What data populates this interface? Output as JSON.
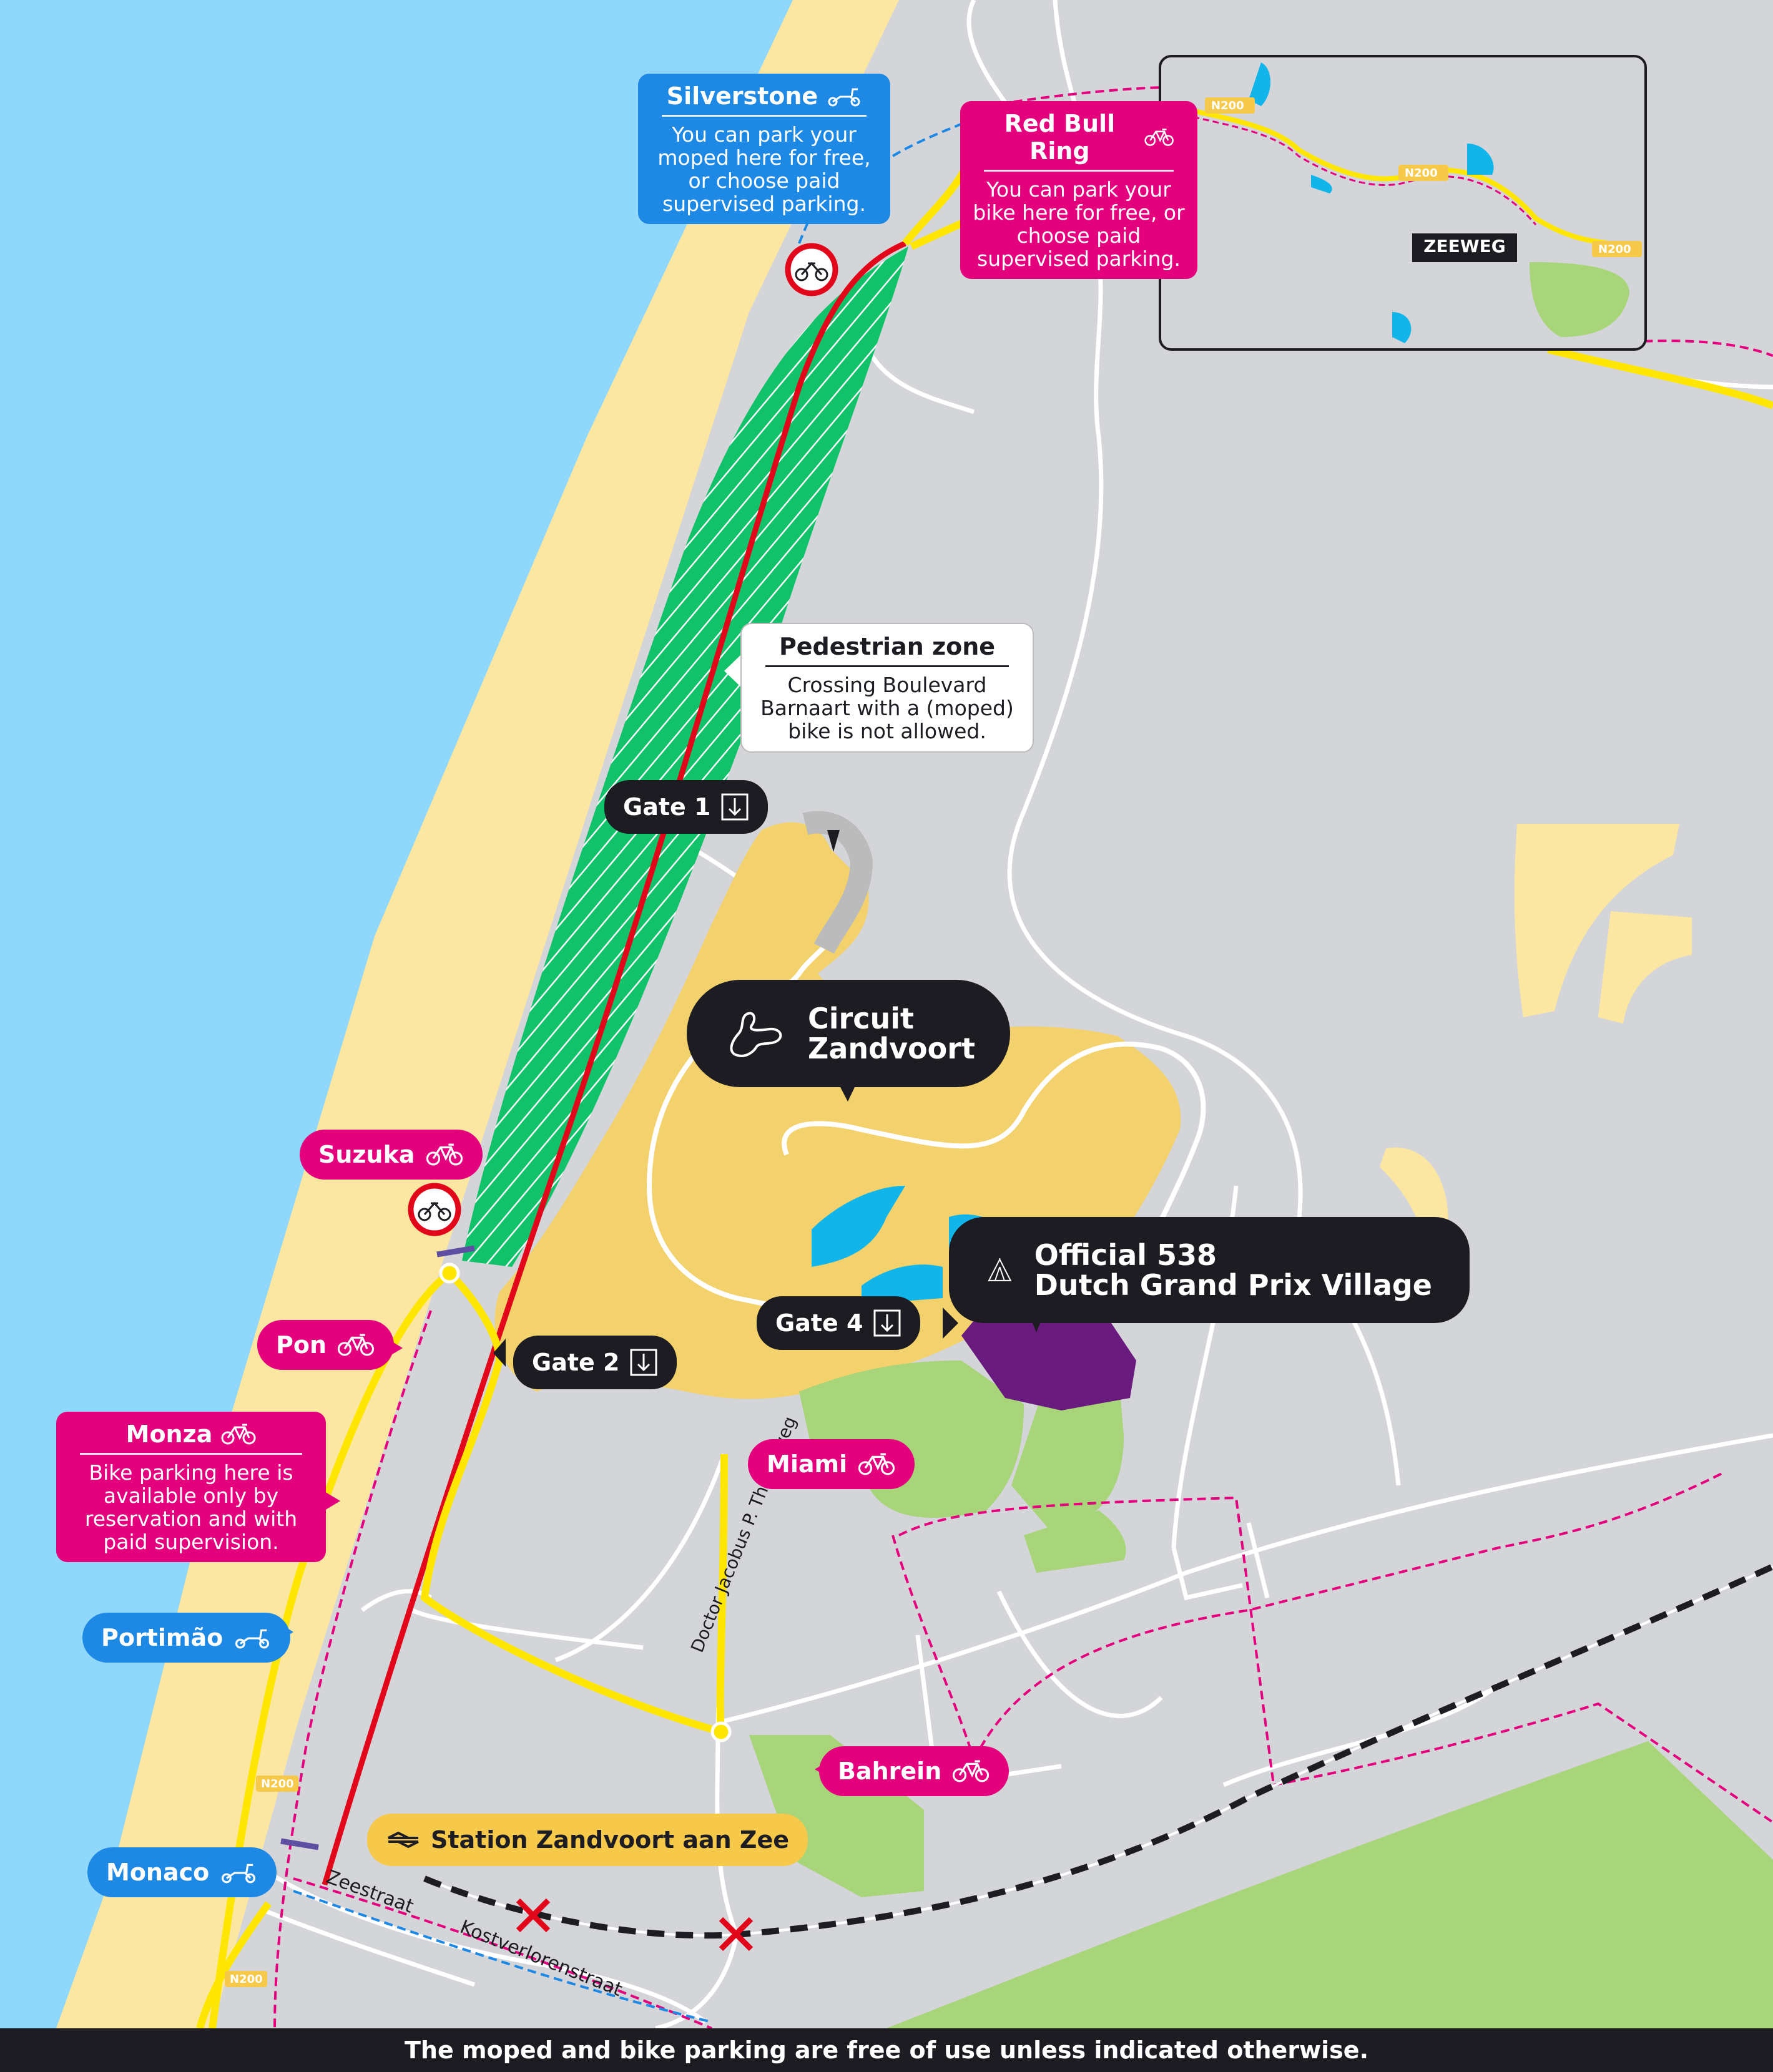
{
  "labels": {
    "silverstone": {
      "title": "Silverstone",
      "text": "You can park your moped here for free, or choose paid supervised parking.",
      "icon": "moped-icon"
    },
    "redbull": {
      "title": "Red Bull Ring",
      "text": "You can park your bike here for free, or choose paid supervised parking.",
      "icon": "bike-icon"
    },
    "pedestrian": {
      "title": "Pedestrian zone",
      "text": "Crossing Boulevard Barnaart with a (moped) bike is not allowed."
    },
    "gate1": "Gate 1",
    "gate2": "Gate 2",
    "gate4": "Gate 4",
    "circuit_line1": "Circuit",
    "circuit_line2": "Zandvoort",
    "village_line1": "Official 538",
    "village_line2": "Dutch Grand Prix Village",
    "suzuka": "Suzuka",
    "pon": "Pon",
    "monza": {
      "title": "Monza",
      "text": "Bike parking here is available only by reservation and with paid supervision."
    },
    "portimao": "Portimão",
    "miami": "Miami",
    "bahrein": "Bahrein",
    "monaco": "Monaco",
    "station": "Station Zandvoort aan Zee",
    "zeeweg": "ZEEWEG",
    "n200": "N200",
    "thijsseweg": "Doctor Jacobus P. Thijsseweg",
    "zeestraat": "Zeestraat",
    "kostverlorenstraat": "Kostverlorenstraat"
  },
  "footer": "The moped and bike parking are free of use unless indicated otherwise.",
  "colors": {
    "sea": "#8fd8fb",
    "beach": "#fbe7a1",
    "land": "#d4d5d9",
    "circuit_area": "#f3d16c",
    "green": "#a8d47a",
    "pedestrian_zone": "#12c26a",
    "village": "#6a1b7e",
    "no_bike_route": "#e2061a",
    "bike_route": "#ffe600",
    "pink": "#e4007d",
    "blue": "#1e88e5",
    "dark": "#1c1c22"
  }
}
